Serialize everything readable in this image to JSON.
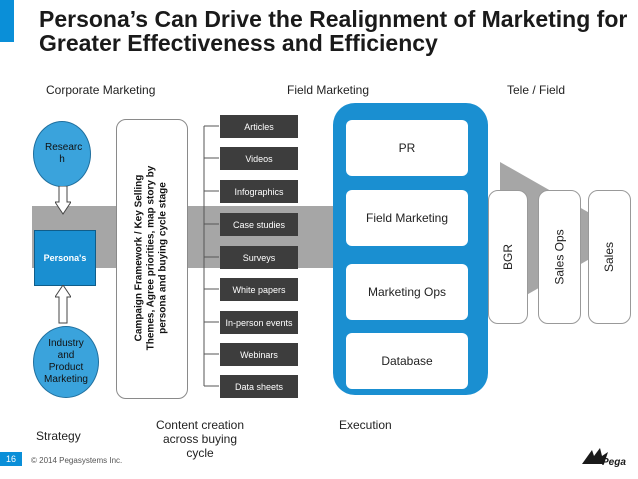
{
  "title": "Persona’s Can Drive the Realignment of Marketing for Greater Effectiveness and Efficiency",
  "headers": {
    "corporate": "Corporate Marketing",
    "field": "Field Marketing",
    "tele": "Tele / Field"
  },
  "strategy": {
    "research": "Researc h",
    "personas": "Persona's",
    "industry": "Industry and Product Marketing",
    "label": "Strategy"
  },
  "campaign": {
    "line1": "Campaign Framework /  Key Selling",
    "line2": "Themes, Agree priorities, map story  by",
    "line3": "persona and buying cycle stage"
  },
  "content_items": [
    "Articles",
    "Videos",
    "Infographics",
    "Case studies",
    "Surveys",
    "White papers",
    "In-person events",
    "Webinars",
    "Data sheets"
  ],
  "content_label": "Content creation across buying cycle",
  "execution": {
    "items": [
      "PR",
      "Field Marketing",
      "Marketing Ops",
      "Database"
    ],
    "label": "Execution"
  },
  "tele_items": [
    "BGR",
    "Sales Ops",
    "Sales"
  ],
  "footer": {
    "page": "16",
    "copyright": "© 2014 Pegasystems Inc.",
    "logo": "Pega"
  },
  "colors": {
    "accent": "#0a8fd8",
    "exec_panel": "#1a8fd1",
    "content_box": "#3d3d3d",
    "band": "#a6a6a6"
  }
}
